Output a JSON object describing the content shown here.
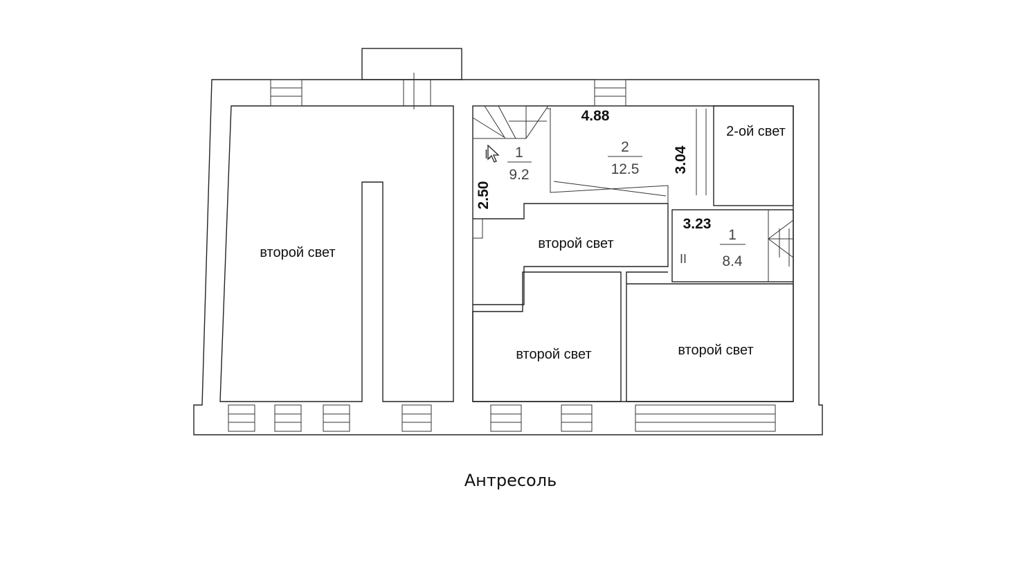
{
  "plan": {
    "title": "Антресоль",
    "rooms": [
      {
        "id": "big-left",
        "label": "второй свет"
      },
      {
        "id": "center",
        "label": "второй свет"
      },
      {
        "id": "bottom-mid",
        "label": "второй свет"
      },
      {
        "id": "bottom-right",
        "label": "второй свет"
      },
      {
        "id": "top-right",
        "label": "2-ой свет"
      }
    ],
    "dimensions": {
      "room1_width": "4.88",
      "room1_depth_left": "2.50",
      "room1_depth_right": "3.04",
      "room2_width": "3.23"
    },
    "areas": [
      {
        "room": "1",
        "area": "9.2"
      },
      {
        "room": "2",
        "area": "12.5"
      },
      {
        "room": "1",
        "area": "8.4"
      }
    ],
    "marks": {
      "roman_left": "II",
      "roman_right": "II"
    }
  },
  "colors": {
    "line": "#222222",
    "text": "#111111",
    "background": "#ffffff"
  }
}
